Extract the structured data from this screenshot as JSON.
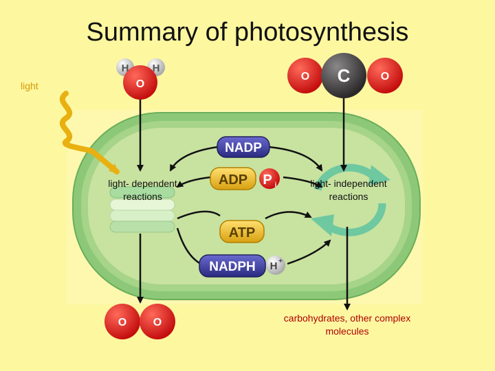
{
  "title": "Summary of photosynthesis",
  "labels": {
    "light": "light",
    "light_dependent": "light- dependent reactions",
    "light_independent": "light- independent reactions",
    "carbohydrates": "carbohydrates, other complex molecules"
  },
  "molecules": {
    "nadp": "NADP",
    "adp": "ADP",
    "pi": "P",
    "pi_sub": "i",
    "atp": "ATP",
    "nadph": "NADPH",
    "h_plus": "H",
    "h_plus_sup": "+"
  },
  "atoms": {
    "water": [
      "H",
      "H",
      "O"
    ],
    "carbon_dioxide": [
      "O",
      "C",
      "O"
    ],
    "oxygen": [
      "O",
      "O"
    ]
  },
  "colors": {
    "background": "#fdf7a0",
    "oxygen_atom": "#d81818",
    "hydrogen_atom": "#d8d8d8",
    "carbon_atom": "#4a4848",
    "chloroplast_outer": "#8cc878",
    "chloroplast_inner": "#c8e2a0",
    "nadp_bar": "#3a3a9a",
    "adp_bar": "#e8b820",
    "light_wave": "#e8b010",
    "cycle_arrow": "#6ec8a0"
  }
}
